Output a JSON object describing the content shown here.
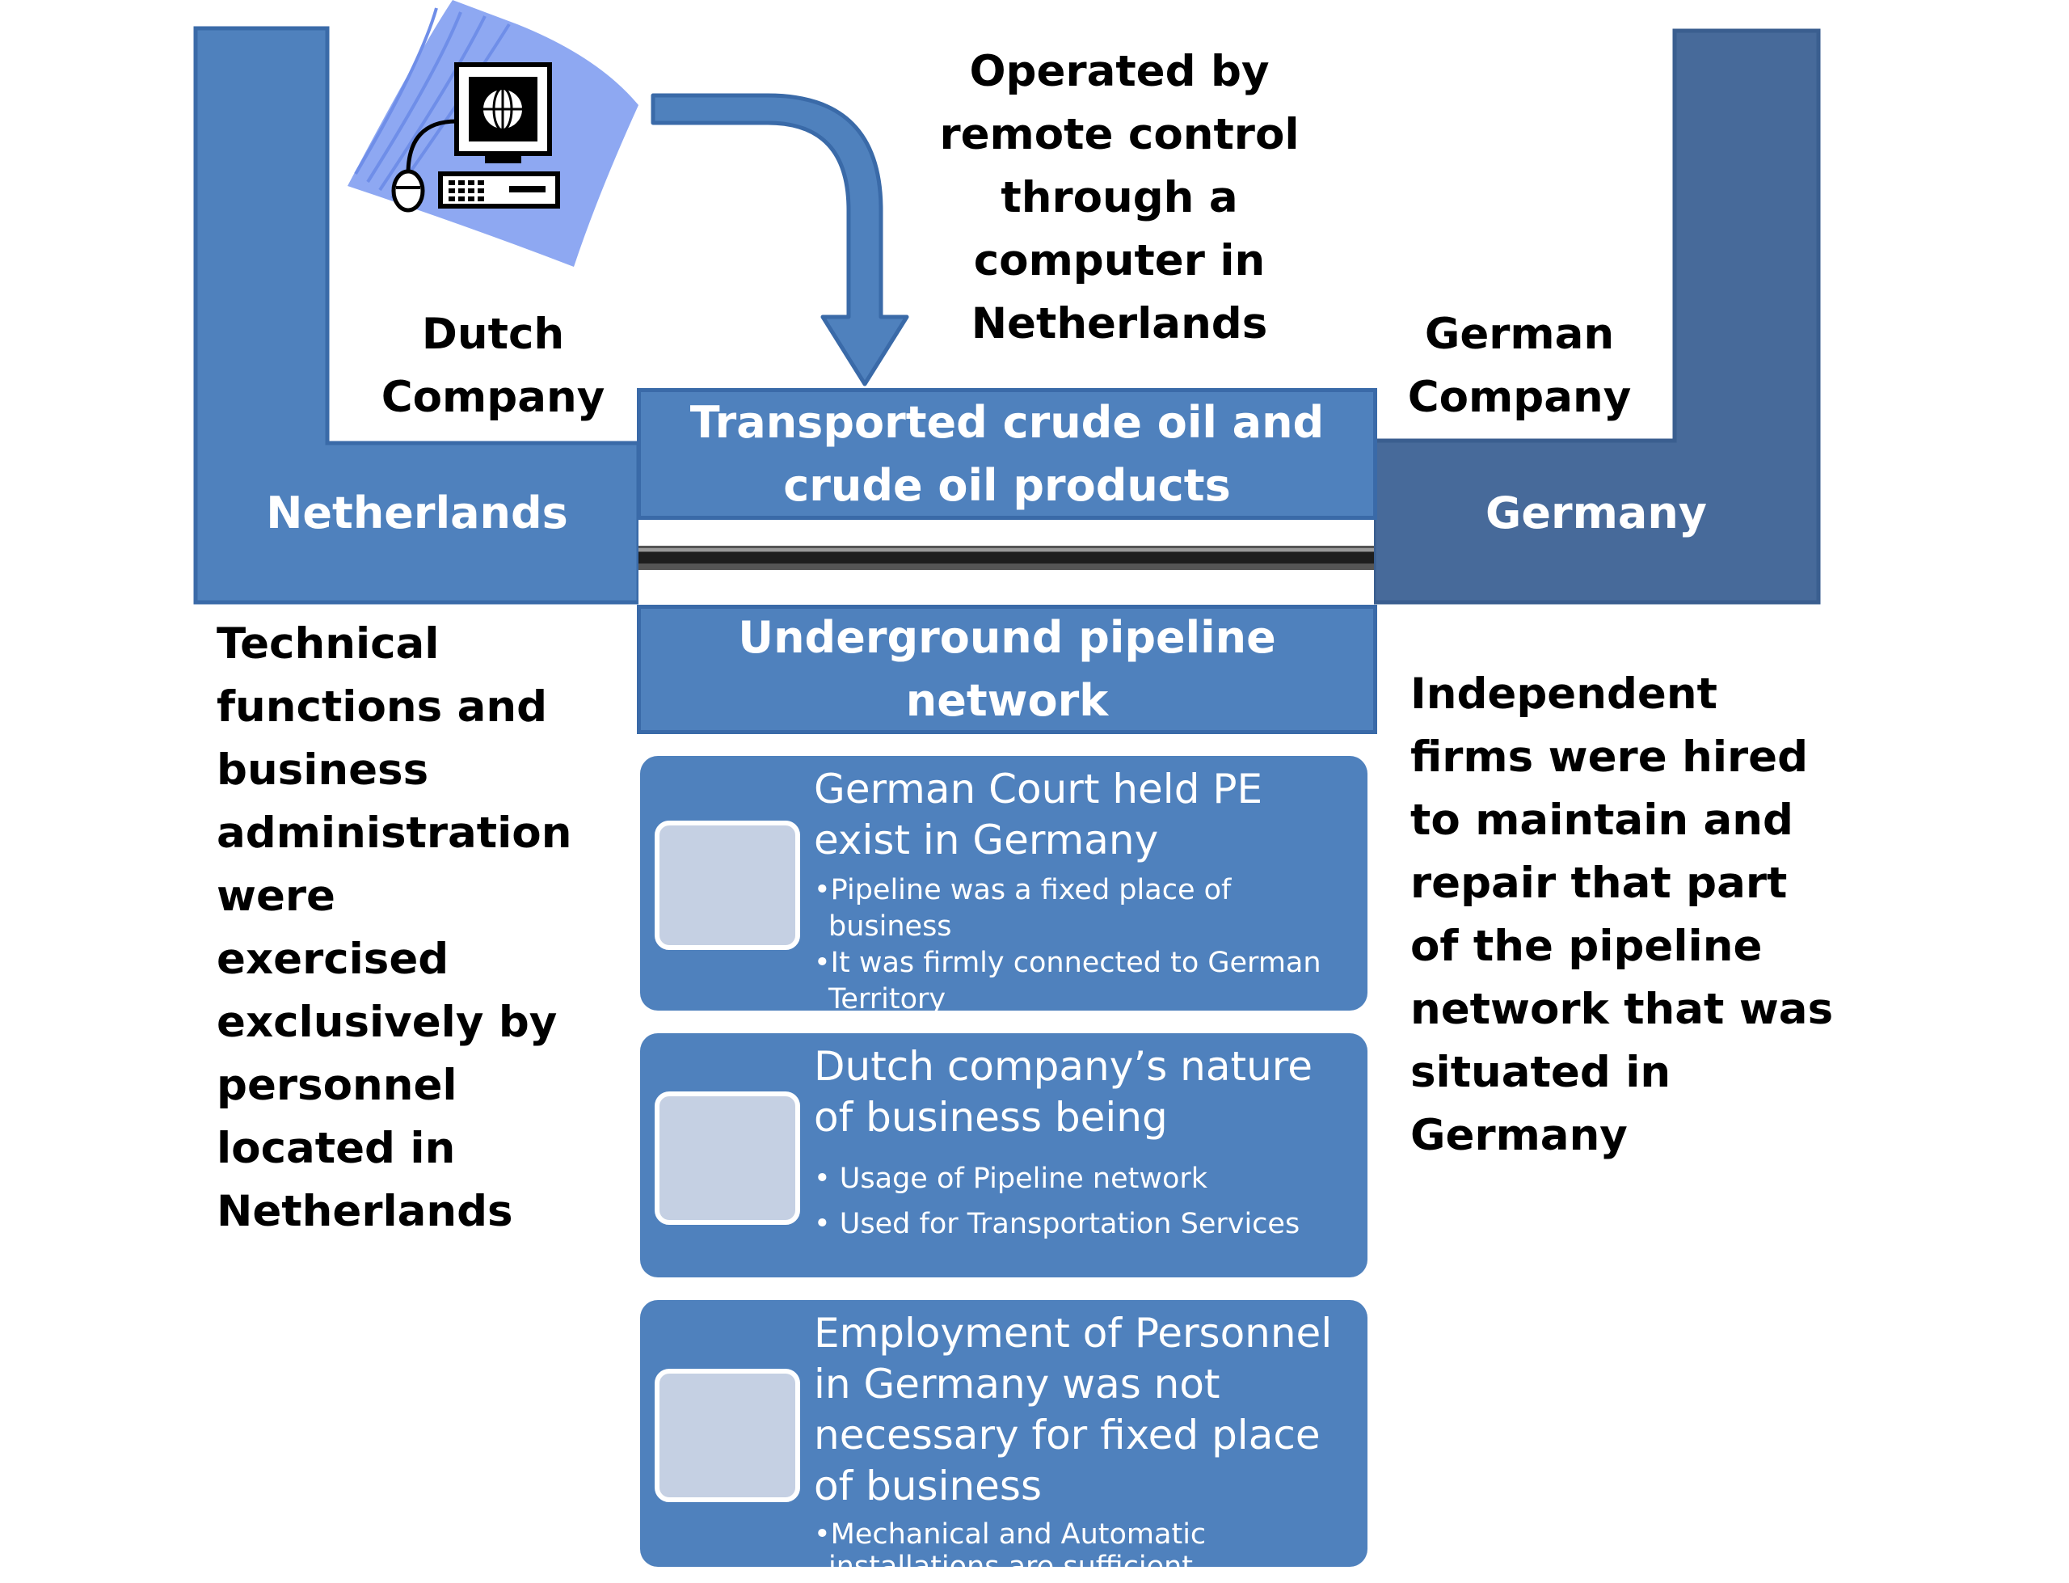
{
  "labels": {
    "dutch_company": "Dutch Company",
    "german_company": "German Company",
    "netherlands": "Netherlands",
    "germany": "Germany",
    "remote_control": "Operated by remote control through a computer in Netherlands",
    "transported": "Transported crude oil and crude oil products",
    "underground": "Underground pipeline network",
    "left_note": "Technical functions and business administration were exercised exclusively by personnel located in Netherlands",
    "right_note": "Independent firms were hired to maintain and repair that part of the pipeline network that was situated in Germany"
  },
  "cards": [
    {
      "heading": "German Court held PE exist in Germany",
      "bullets": [
        "•Pipeline was a fixed place of business",
        "•It was firmly connected to German Territory"
      ]
    },
    {
      "heading": "Dutch company’s nature of business being",
      "bullets": [
        "• Usage of Pipeline network",
        "• Used for Transportation Services"
      ]
    },
    {
      "heading": "Employment of Personnel in Germany was not necessary for fixed place of business",
      "bullets": [
        "•Mechanical and Automatic installations are sufficient"
      ]
    }
  ],
  "icons": {
    "computer": "computer-icon",
    "arrow": "curved-arrow-down"
  },
  "colors": {
    "box_blue": "#4f81bd",
    "country_left": "#4f81bd",
    "country_right": "#476a9a",
    "thumb": "#c5d0e3"
  }
}
